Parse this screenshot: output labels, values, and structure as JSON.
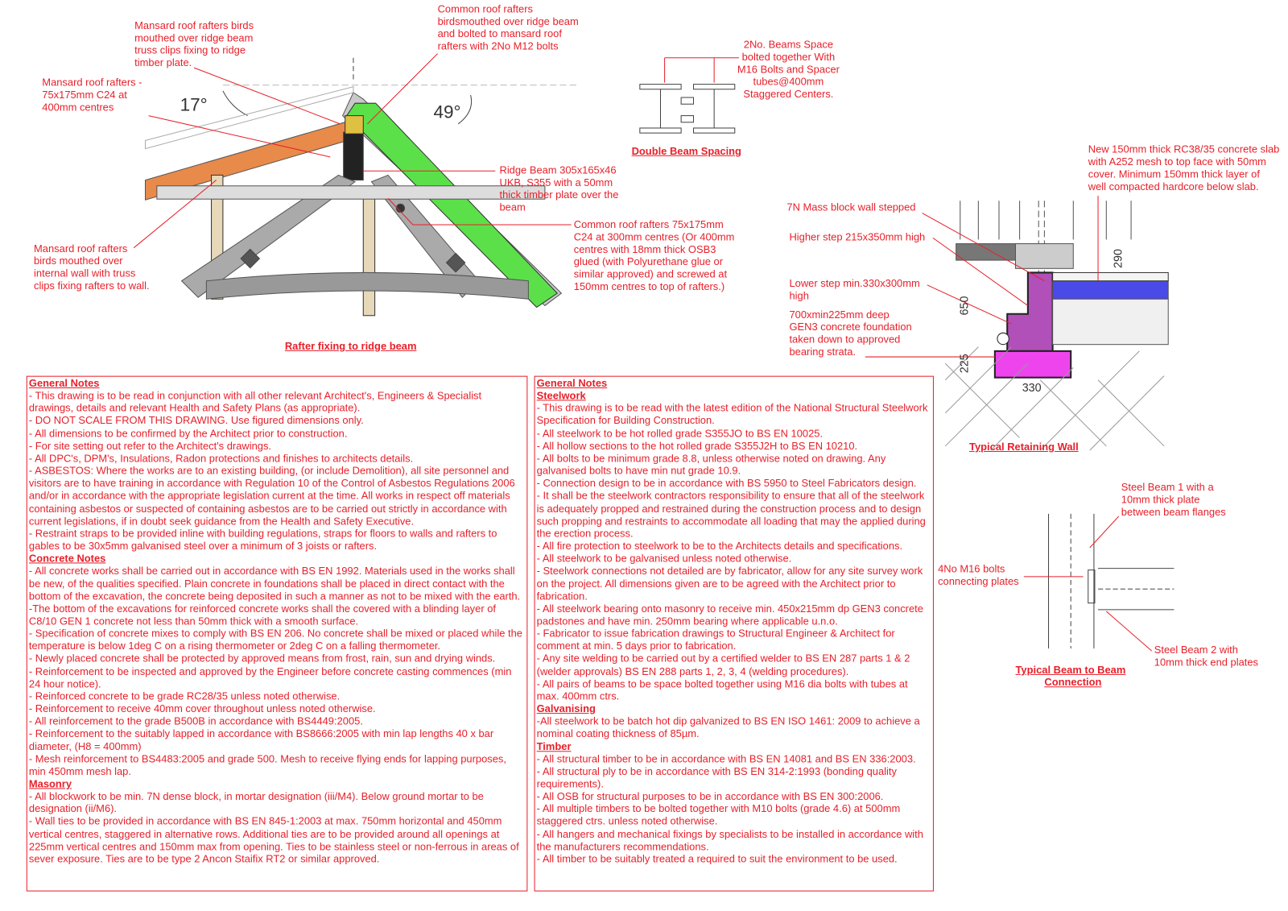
{
  "roof_detail": {
    "title": "Rafter fixing to ridge beam",
    "angle_left": "17°",
    "angle_right": "49°",
    "labels": {
      "mansard_birdsmouth": "Mansard roof rafters birds\nmouthed over ridge beam\ntruss clips fixing to ridge\ntimber plate.",
      "common_birdsmouth": "Common roof rafters\nbirdsmouthed over ridge beam\nand bolted to mansard roof\nrafters with 2No M12 bolts",
      "mansard_rafters": "Mansard roof rafters -\n75x175mm C24 at\n400mm centres",
      "ridge_beam": "Ridge Beam 305x165x46\nUKB, S355 with a 50mm\nthick timber plate over the\nbeam",
      "common_rafters": "Common roof rafters 75x175mm\nC24 at 300mm centres (Or 400mm\ncentres with 18mm thick OSB3\nglued (with Polyurethane glue or\nsimilar approved) and screwed at\n150mm centres to top of rafters.)",
      "mansard_internal": "Mansard roof rafters\nbirds mouthed over\ninternal wall with truss\nclips fixing rafters to wall."
    }
  },
  "double_beam": {
    "title": "Double Beam Spacing",
    "label": "2No. Beams Space\nbolted together With\nM16 Bolts and Spacer\ntubes@400mm\nStaggered Centers."
  },
  "retaining_wall": {
    "title": "Typical Retaining Wall",
    "labels": {
      "slab": "New 150mm thick RC38/35 concrete slab\nwith A252 mesh to top face with 50mm\ncover. Minimum 150mm thick layer of\nwell compacted hardcore below slab.",
      "mass_block": "7N Mass block wall stepped",
      "higher_step": "Higher step 215x350mm high",
      "lower_step": "Lower step min.330x300mm\nhigh",
      "foundation": "700xmin225mm deep\nGEN3 concrete foundation\ntaken down to approved\nbearing strata."
    },
    "dims": {
      "d290": "290",
      "d650": "650",
      "d225": "225",
      "d330": "330"
    }
  },
  "beam_connection": {
    "title_line1": "Typical Beam to Beam",
    "title_line2": "Connection",
    "labels": {
      "beam1": "Steel Beam 1 with a\n10mm thick plate\nbetween beam flanges",
      "bolts": "4No M16 bolts\nconnecting plates",
      "beam2": "Steel Beam 2 with\n10mm thick end plates"
    }
  },
  "notes_left": [
    {
      "type": "h",
      "text": "General Notes"
    },
    {
      "type": "p",
      "text": "- This drawing is to be read in conjunction with all other relevant Architect's, Engineers & Specialist drawings, details and relevant Health and Safety Plans (as appropriate)."
    },
    {
      "type": "p",
      "text": "- DO NOT SCALE FROM THIS DRAWING. Use figured dimensions only."
    },
    {
      "type": "p",
      "text": "- All dimensions to be confirmed by the Architect  prior to construction."
    },
    {
      "type": "p",
      "text": "- For site setting out refer to the Architect's drawings."
    },
    {
      "type": "p",
      "text": "- All DPC's, DPM's, Insulations, Radon protections and finishes to architects details."
    },
    {
      "type": "p",
      "text": "- ASBESTOS: Where the works are to an existing building, (or include Demolition), all site personnel and visitors are to have training in accordance with Regulation 10 of the Control of Asbestos Regulations 2006 and/or in accordance with the appropriate legislation current at the time. All works in respect off materials containing asbestos or suspected of containing asbestos are to be carried out strictly in accordance with current legislations, if in doubt seek guidance from the Health and Safety Executive."
    },
    {
      "type": "p",
      "text": "- Restraint straps to be provided inline with building regulations, straps for floors to walls and rafters to gables to be 30x5mm galvanised steel over a minimum of 3 joists or rafters."
    },
    {
      "type": "h",
      "text": "Concrete Notes"
    },
    {
      "type": "p",
      "text": "- All concrete works shall be carried out in accordance with BS EN 1992. Materials used in the works shall be new, of the qualities specified. Plain concrete in foundations shall be placed in direct contact with the bottom of the excavation, the concrete being deposited in such a manner as not to be mixed with the earth."
    },
    {
      "type": "p",
      "text": "-The bottom of the excavations for reinforced concrete works shall the covered with a blinding layer of C8/10 GEN 1 concrete not less than 50mm thick with a smooth surface."
    },
    {
      "type": "p",
      "text": "- Specification of concrete mixes to comply with BS EN 206. No concrete shall be mixed or placed while the temperature is below 1deg C on a rising thermometer or 2deg C on a falling thermometer."
    },
    {
      "type": "p",
      "text": "- Newly placed concrete shall be protected by approved means from frost, rain, sun and drying winds."
    },
    {
      "type": "p",
      "text": "- Reinforcement to be inspected and approved by the Engineer before concrete casting commences (min 24 hour notice)."
    },
    {
      "type": "p",
      "text": "- Reinforced concrete to be grade RC28/35 unless noted otherwise."
    },
    {
      "type": "p",
      "text": "- Reinforcement to receive 40mm cover throughout unless noted otherwise."
    },
    {
      "type": "p",
      "text": "- All reinforcement to the grade B500B in accordance with BS4449:2005."
    },
    {
      "type": "p",
      "text": "- Reinforcement to the suitably lapped in accordance with BS8666:2005 with min lap lengths 40 x bar diameter, (H8 = 400mm)"
    },
    {
      "type": "p",
      "text": "- Mesh reinforcement to BS4483:2005 and grade 500. Mesh to receive flying ends for lapping purposes, min 450mm mesh lap."
    },
    {
      "type": "h",
      "text": "Masonry"
    },
    {
      "type": "p",
      "text": "- All blockwork to be min. 7N dense block, in mortar designation (iii/M4). Below ground mortar to be designation (ii/M6)."
    },
    {
      "type": "p",
      "text": "- Wall ties to be provided in accordance with BS EN 845-1:2003 at max. 750mm horizontal and 450mm vertical centres, staggered in alternative rows. Additional ties are to be provided around all openings at 225mm vertical centres and 150mm max from opening. Ties to be stainless steel or non-ferrous in areas of sever exposure. Ties are to be type 2 Ancon Staifix RT2 or similar approved."
    }
  ],
  "notes_right": [
    {
      "type": "h",
      "text": "General Notes"
    },
    {
      "type": "h",
      "text": "Steelwork"
    },
    {
      "type": "p",
      "text": "- This drawing is to be read with the latest edition of the National Structural Steelwork Specification for Building Construction."
    },
    {
      "type": "p",
      "text": "- All steelwork to be hot rolled grade S355JO to BS EN 10025."
    },
    {
      "type": "p",
      "text": "- All hollow sections to the hot rolled grade S355J2H to BS EN 10210."
    },
    {
      "type": "p",
      "text": "- All bolts to be minimum grade 8.8, unless otherwise noted on drawing. Any galvanised bolts to have min nut grade 10.9."
    },
    {
      "type": "p",
      "text": "- Connection design to be in accordance with BS 5950 to Steel Fabricators design."
    },
    {
      "type": "p",
      "text": "- It shall be the steelwork contractors responsibility to ensure that all of the steelwork is adequately propped and restrained during the construction process and to design such propping and restraints to accommodate all loading that may the applied during the erection process."
    },
    {
      "type": "p",
      "text": "- All fire protection to steelwork to be to the Architects details and specifications."
    },
    {
      "type": "p",
      "text": "- All steelwork to be galvanised unless noted otherwise."
    },
    {
      "type": "p",
      "text": "- Steelwork connections not detailed are by fabricator, allow for any site survey work on the project. All dimensions given are to be agreed with the Architect prior to fabrication."
    },
    {
      "type": "p",
      "text": "- All steelwork bearing onto masonry to receive min. 450x215mm dp GEN3 concrete padstones and have min. 250mm bearing where applicable u.n.o."
    },
    {
      "type": "p",
      "text": "- Fabricator to issue fabrication drawings to Structural Engineer & Architect for comment at min. 5 days prior to fabrication."
    },
    {
      "type": "p",
      "text": "- Any site welding to be carried out by a certified welder to BS EN 287 parts 1 & 2 (welder approvals) BS EN 288 parts 1, 2, 3, 4 (welding procedures)."
    },
    {
      "type": "p",
      "text": "- All pairs of beams to be space bolted together using M16 dia bolts with tubes at max. 400mm ctrs."
    },
    {
      "type": "h",
      "text": "Galvanising"
    },
    {
      "type": "p",
      "text": "-All steelwork to be batch hot dip galvanized to BS EN ISO 1461: 2009 to achieve a nominal coating thickness of 85µm."
    },
    {
      "type": "h",
      "text": "Timber"
    },
    {
      "type": "p",
      "text": "- All structural timber to be in accordance with BS EN 14081 and BS EN 336:2003."
    },
    {
      "type": "p",
      "text": "- All structural ply to be in accordance with BS EN 314-2:1993 (bonding quality requirements)."
    },
    {
      "type": "p",
      "text": "- All OSB for structural purposes to be in accordance with BS EN 300:2006."
    },
    {
      "type": "p",
      "text": "- All multiple timbers to be bolted together with M10 bolts (grade 4.6) at 500mm staggered ctrs. unless noted otherwise."
    },
    {
      "type": "p",
      "text": "- All hangers and mechanical fixings by specialists to be installed in accordance with the manufacturers recommendations."
    },
    {
      "type": "p",
      "text": "- All timber to be suitably treated a required to suit the environment to be used."
    }
  ],
  "colors": {
    "annotation": "#e8202a",
    "common_rafter": "#4cd93a",
    "mansard_rafter": "#e07a3a",
    "foundation": "#ee44ee",
    "block_wall": "#b050b8",
    "slab": "#4a4ae8"
  }
}
